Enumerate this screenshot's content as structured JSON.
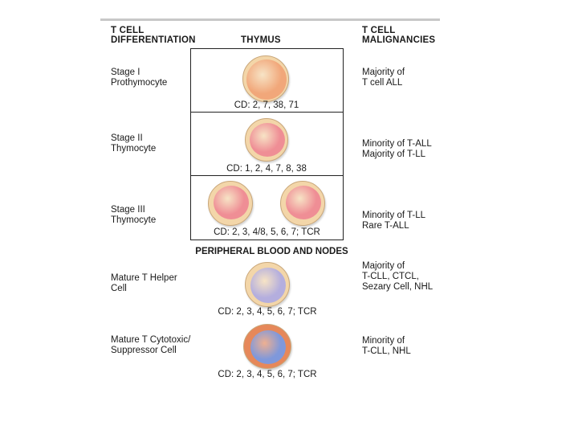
{
  "headers": {
    "left": "T CELL\nDIFFERENTIATION",
    "middle": "THYMUS",
    "right": "T CELL\nMALIGNANCIES"
  },
  "stages": [
    {
      "label": "Stage I\nProthymocyte",
      "cd": "CD: 2, 7, 38, 71",
      "malignancies": "Majority of\nT cell ALL",
      "cell_colors": {
        "ring": "#f3d6a9",
        "nucleus": "#f1a77a"
      }
    },
    {
      "label": "Stage II\nThymocyte",
      "cd": "CD: 1, 2, 4, 7, 8, 38",
      "malignancies": "Minority of T-ALL\nMajority of T-LL",
      "cell_colors": {
        "ring": "#f3d6a9",
        "nucleus": "#ef8e95"
      }
    },
    {
      "label": "Stage III\nThymocyte",
      "cd": "CD: 2, 3, 4/8, 5, 6, 7; TCR",
      "malignancies": "Minority of T-LL\nRare T-ALL",
      "cell_colors": {
        "ring": "#f3d6a9",
        "nucleus": "#ef8e95"
      }
    },
    {
      "label": "Mature T Helper\nCell",
      "cd": "CD: 2, 3, 4, 5, 6, 7; TCR",
      "malignancies": "Majority of\nT-CLL, CTCL,\nSezary Cell, NHL",
      "cell_colors": {
        "ring": "#f3d6a9",
        "nucleus": "#b4aede"
      }
    },
    {
      "label": "Mature T Cytotoxic/\nSuppressor Cell",
      "cd": "CD: 2, 3, 4, 5, 6, 7; TCR",
      "malignancies": "Minority of\nT-CLL, NHL",
      "cell_colors": {
        "ring": "#e6885a",
        "nucleus": "#7f98db"
      }
    }
  ],
  "section_label": "PERIPHERAL BLOOD AND NODES"
}
